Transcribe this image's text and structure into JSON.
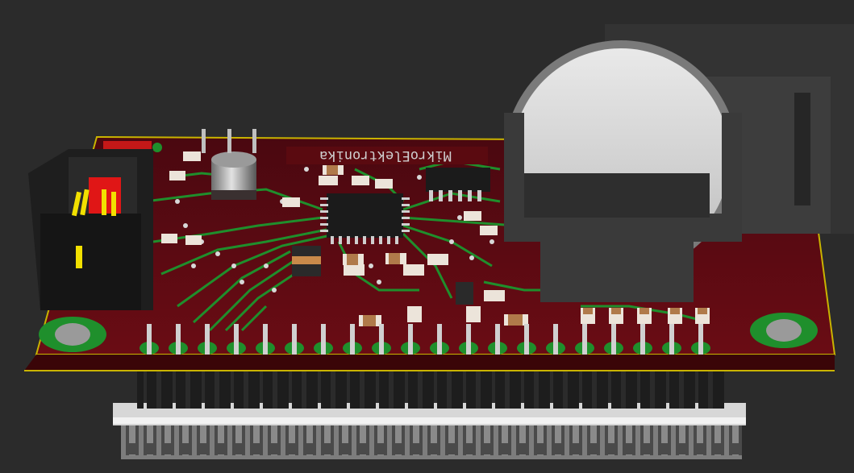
{
  "viewer": {
    "background_color": "#2b2b2b",
    "silkscreen_text": "MikroElektronika"
  },
  "board": {
    "solder_mask_color": "#5a0a10",
    "copper_color": "#1f8f2c",
    "edge_color": "#c9b400",
    "via_color": "#d8d8d8"
  },
  "components": {
    "rj_connector": "rj-jack",
    "coin_cell": "cr2032-holder",
    "mcu": "qfp-microcontroller",
    "electrolytic": "electrolytic-capacitor",
    "header": "pin-header-row"
  }
}
